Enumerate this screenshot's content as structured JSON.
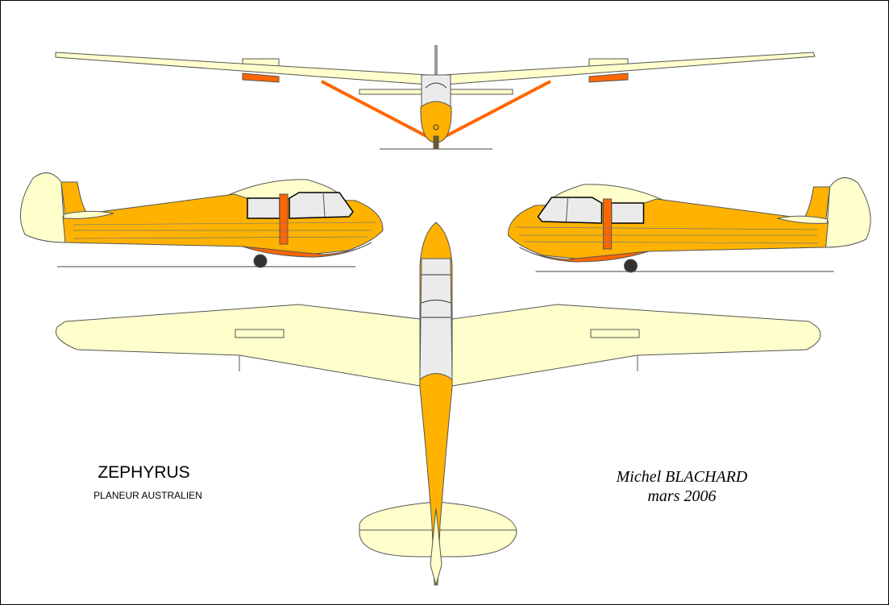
{
  "drawing": {
    "name": "ZEPHYRUS",
    "subtitle": "PLANEUR AUSTRALIEN",
    "author": "Michel BLACHARD",
    "date": "mars 2006"
  },
  "colors": {
    "cream": "#FFFFCC",
    "orange": "#FFB300",
    "dark_orange": "#FF6600",
    "canopy": "#EBEBEB",
    "outline": "#555555"
  }
}
